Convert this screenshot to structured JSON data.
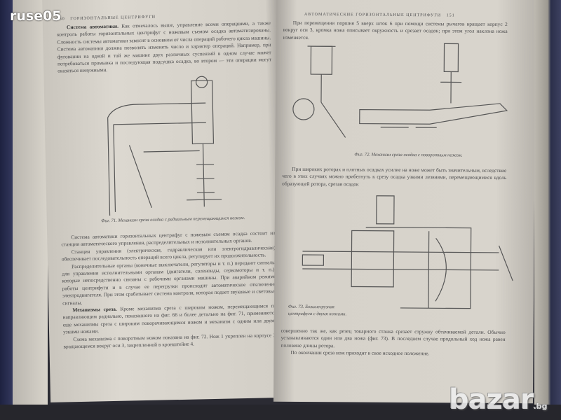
{
  "watermark_user": "ruse05",
  "watermark_site": "bazar",
  "watermark_site_tld": ".bg",
  "left_page": {
    "page_number": "150",
    "running_head": "ГОРИЗОНТАЛЬНЫЕ ЦЕНТРИФУГИ",
    "para1_lead": "Система автоматики.",
    "para1": "Как отмечалось выше, управление всеми операциями, а также контроль работы горизонтальных центрифуг с ножевым съемом осадка автоматизированы. Сложность системы автоматики зависит в основном от числа операций рабочего цикла машины. Система автоматики должна позволять изменять число и характер операций. Например, при фуговании на одной и той же машине двух различных суспензий в одном случае может потребоваться промывка и последующая подсушка осадка, во втором — эти операции могут оказаться ненужными.",
    "figure_caption": "Фиг. 71. Механизм среза осадка с радиальным перемещающимся ножом.",
    "para2": "Система автоматики горизонтальных центрифуг с ножевым съемом осадка состоит из станции автоматического управления, распределительных и исполнительных органов.",
    "para3": "Станция управления (электрическая, гидравлическая или электрогидравлическая) обеспечивает последовательность операций всего цикла, регулирует их продолжительность.",
    "para4": "Распределительные органы (конечные выключатели, регуляторы и т. п.) передают сигналы для управления исполнительными органам (двигатели, соленоиды, сервомоторы и т. п.), которые непосредственно связаны с рабочими органами машины. При аварийном режиме работы центрифуги и в случае ее перегрузки происходит автоматическое отключение электродвигателя. При этом срабатывает система контроля, которая подает звуковые и световые сигналы.",
    "para5_lead": "Механизмы среза.",
    "para5": "Кроме механизма среза с широким ножом, перемещающимся по направляющим радиально, показанного на фиг. 66 и более детально на фиг. 71, применяются еще механизмы среза с широким поворачивающимся ножом и механизм с одним или двумя узкими ножами.",
    "para6": "Схема механизма с поворотным ножом показана на фиг. 72. Нож 1 укреплен на корпусе 2, вращающемся вокруг оси 3, закрепленной в кронштейне 4."
  },
  "right_page": {
    "page_number": "151",
    "running_head": "АВТОМАТИЧЕСКИЕ ГОРИЗОНТАЛЬНЫЕ ЦЕНТРИФУГИ",
    "para1": "При перемещении поршня 5 вверх шток 6 при помощи системы рычагов вращает корпус 2 вокруг оси 3, кромка ножа описывает окружность и срезает осадок; при этом угол наклона ножа изменяется.",
    "figure72_caption": "Фиг. 72. Механизм среза осадка с поворотным ножом.",
    "para2": "При широких роторах и плотных осадках усилие на ноже может быть значительным, вследствие чего в этих случаях можно прибегнуть к срезу осадка узкими лезвиями, перемещающимися вдоль образующей ротора, срезая осадок",
    "figure73_caption": "Фиг. 73. Большегрузная центрифуга с двумя ножами.",
    "para3": "совершенно так же, как резец токарного станка срезает стружку обтачиваемой детали. Обычно устанавливаются один или два ножа (фиг. 73). В последнем случае продольный ход ножа равен половине длины ротора.",
    "para4": "По окончании среза нож приходит в свое исходное положение."
  }
}
